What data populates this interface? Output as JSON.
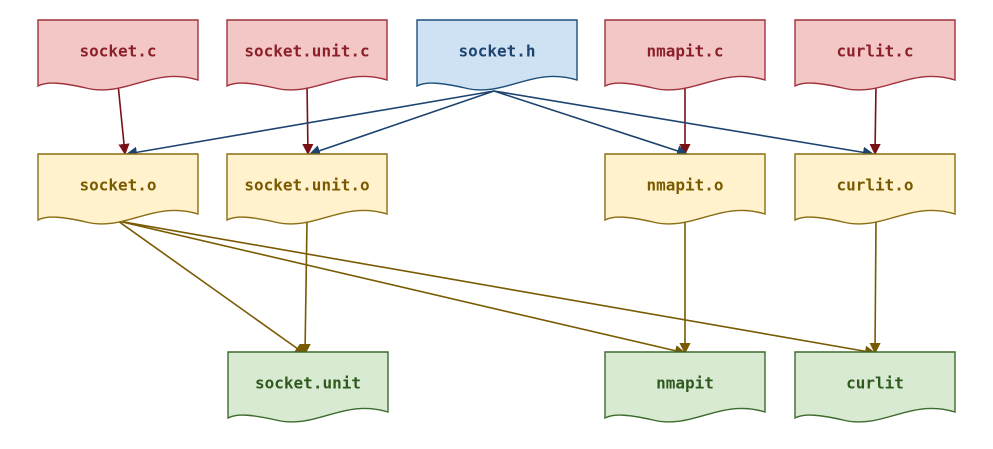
{
  "palette": {
    "source": {
      "fill": "#f4c7c7",
      "stroke": "#a0323c",
      "text": "#8b1f2a"
    },
    "header": {
      "fill": "#cfe2f3",
      "stroke": "#1d4f7a",
      "text": "#1d4470"
    },
    "object": {
      "fill": "#fff2cc",
      "stroke": "#8a6d14",
      "text": "#7a5a00"
    },
    "binary": {
      "fill": "#d9ead3",
      "stroke": "#3d6b2d",
      "text": "#2f5a1f"
    },
    "edge_compile": "#7a0f16",
    "edge_header": "#1d4470",
    "edge_link": "#7a5a00"
  },
  "nodes": [
    {
      "id": "socket_c",
      "label": "socket.c",
      "kind": "source"
    },
    {
      "id": "socket_unit_c",
      "label": "socket.unit.c",
      "kind": "source"
    },
    {
      "id": "socket_h",
      "label": "socket.h",
      "kind": "header"
    },
    {
      "id": "nmapit_c",
      "label": "nmapit.c",
      "kind": "source"
    },
    {
      "id": "curlit_c",
      "label": "curlit.c",
      "kind": "source"
    },
    {
      "id": "socket_o",
      "label": "socket.o",
      "kind": "object"
    },
    {
      "id": "socket_unit_o",
      "label": "socket.unit.o",
      "kind": "object"
    },
    {
      "id": "nmapit_o",
      "label": "nmapit.o",
      "kind": "object"
    },
    {
      "id": "curlit_o",
      "label": "curlit.o",
      "kind": "object"
    },
    {
      "id": "socket_unit",
      "label": "socket.unit",
      "kind": "binary"
    },
    {
      "id": "nmapit",
      "label": "nmapit",
      "kind": "binary"
    },
    {
      "id": "curlit",
      "label": "curlit",
      "kind": "binary"
    }
  ],
  "edges": [
    {
      "from": "socket_c",
      "to": "socket_o",
      "type": "compile"
    },
    {
      "from": "socket_unit_c",
      "to": "socket_unit_o",
      "type": "compile"
    },
    {
      "from": "nmapit_c",
      "to": "nmapit_o",
      "type": "compile"
    },
    {
      "from": "curlit_c",
      "to": "curlit_o",
      "type": "compile"
    },
    {
      "from": "socket_h",
      "to": "socket_o",
      "type": "header"
    },
    {
      "from": "socket_h",
      "to": "socket_unit_o",
      "type": "header"
    },
    {
      "from": "socket_h",
      "to": "nmapit_o",
      "type": "header"
    },
    {
      "from": "socket_h",
      "to": "curlit_o",
      "type": "header"
    },
    {
      "from": "socket_o",
      "to": "socket_unit",
      "type": "link"
    },
    {
      "from": "socket_o",
      "to": "nmapit",
      "type": "link"
    },
    {
      "from": "socket_o",
      "to": "curlit",
      "type": "link"
    },
    {
      "from": "socket_unit_o",
      "to": "socket_unit",
      "type": "link"
    },
    {
      "from": "nmapit_o",
      "to": "nmapit",
      "type": "link"
    },
    {
      "from": "curlit_o",
      "to": "curlit",
      "type": "link"
    }
  ]
}
